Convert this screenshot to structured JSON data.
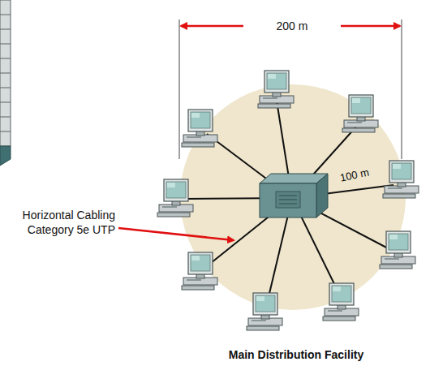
{
  "diagram": {
    "caption": "Main Distribution Facility",
    "labels": [
      "200 m",
      "100 m",
      "Horizontal Cabling Category 5e UTP"
    ]
  }
}
